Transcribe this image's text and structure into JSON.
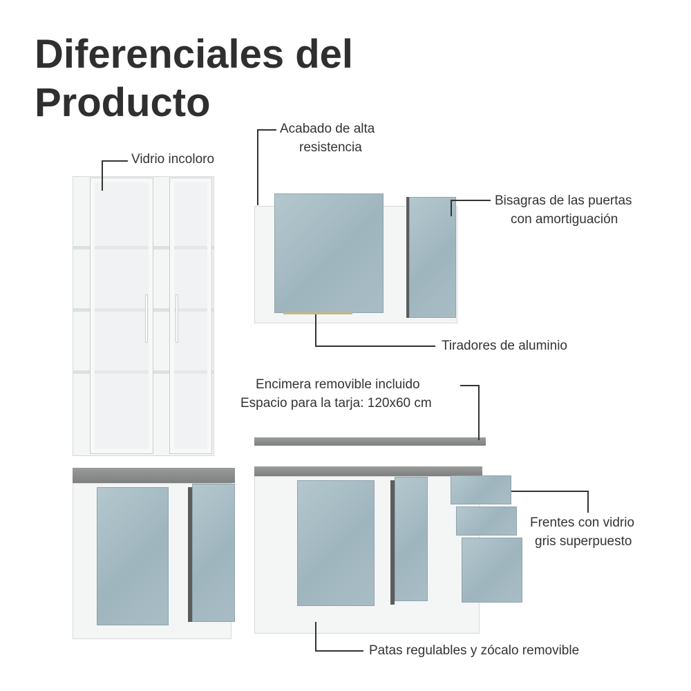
{
  "title": {
    "line1": "Diferenciales del",
    "line2": "Producto"
  },
  "features": {
    "glass": "Vidrio incoloro",
    "finish_line1": "Acabado de alta",
    "finish_line2": "resistencia",
    "hinges_line1": "Bisagras de las puertas",
    "hinges_line2": "con amortiguación",
    "handles": "Tiradores de aluminio",
    "countertop_line1": "Encimera removible incluido",
    "countertop_line2": "Espacio para la tarja: 120x60 cm",
    "fronts_line1": "Frentes con vidrio",
    "fronts_line2": "gris superpuesto",
    "legs": "Patas regulables y zócalo removible"
  },
  "colors": {
    "panel": "#a7bcc4",
    "text": "#333333",
    "countertop": "#8a8b8b"
  }
}
